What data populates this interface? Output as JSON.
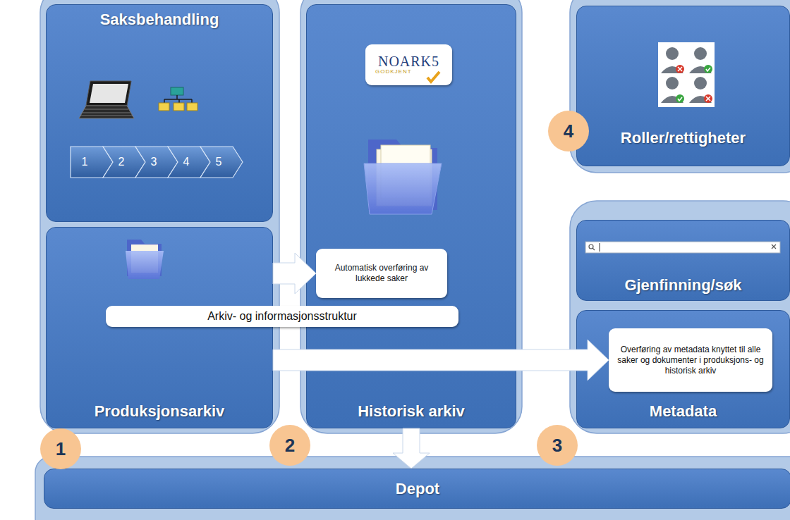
{
  "diagram": {
    "nodes": [
      {
        "text": [
          "Saksbehandling"
        ]
      },
      {
        "text": [
          "Produksjonsarkiv"
        ]
      },
      {
        "text": [
          "Historisk arkiv"
        ]
      },
      {
        "text": [
          "NOARK5",
          "GODKJENT"
        ],
        "in": 2
      },
      {
        "text": [
          "Automatisk overføring av lukkede saker"
        ],
        "in": 2
      },
      {
        "text": [
          "Arkiv- og informasjonsstruktur"
        ]
      },
      {
        "text": [
          "Roller/rettigheter"
        ]
      },
      {
        "text": [
          "Gjenfinning/søk"
        ]
      },
      {
        "text": [
          "Metadata"
        ]
      },
      {
        "text": [
          "Overføring av metadata knyttet til alle saker og dokumenter i produksjons- og historisk arkiv"
        ],
        "in": 8
      },
      {
        "text": [
          "Depot"
        ]
      }
    ],
    "edges": [
      {
        "from": 1,
        "to": 4,
        "arrow": "to"
      },
      {
        "from": 1,
        "to": 9,
        "arrow": "to"
      },
      {
        "from": 2,
        "to": 10,
        "arrow": "to"
      }
    ],
    "labels": [
      "1",
      "2",
      "3",
      "4",
      "5",
      "1",
      "2",
      "3",
      "4"
    ]
  }
}
